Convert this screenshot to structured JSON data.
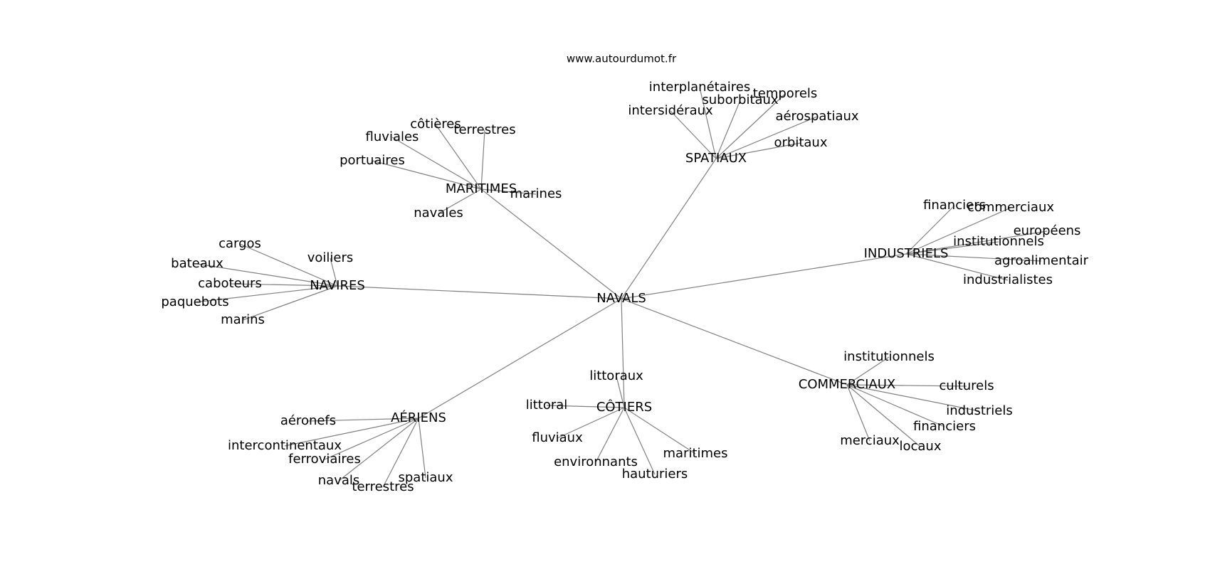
{
  "source": "www.autourdumot.fr",
  "center": "NAVALS",
  "hubs": [
    {
      "key": "maritimes",
      "label": "MARITIMES",
      "words": [
        "côtières",
        "terrestres",
        "fluviales",
        "portuaires",
        "marines",
        "navales"
      ]
    },
    {
      "key": "spatiaux",
      "label": "SPATIAUX",
      "words": [
        "interplanétaires",
        "suborbitaux",
        "temporels",
        "intersidéraux",
        "aérospatiaux",
        "orbitaux"
      ]
    },
    {
      "key": "industriels",
      "label": "INDUSTRIELS",
      "words": [
        "financiers",
        "commerciaux",
        "européens",
        "institutionnels",
        "agroalimentair",
        "industrialistes"
      ]
    },
    {
      "key": "navires",
      "label": "NAVIRES",
      "words": [
        "cargos",
        "voiliers",
        "bateaux",
        "caboteurs",
        "paquebots",
        "marins"
      ]
    },
    {
      "key": "commerciaux",
      "label": "COMMERCIAUX",
      "words": [
        "institutionnels",
        "culturels",
        "industriels",
        "financiers",
        "merciaux",
        "locaux"
      ]
    },
    {
      "key": "cotiers",
      "label": "CÔTIERS",
      "words": [
        "littoraux",
        "littoral",
        "fluviaux",
        "environnants",
        "maritimes",
        "hauturiers"
      ]
    },
    {
      "key": "aeriens",
      "label": "AÉRIENS",
      "words": [
        "aéronefs",
        "intercontinentaux",
        "ferroviaires",
        "navals",
        "terrestres",
        "spatiaux"
      ]
    }
  ]
}
